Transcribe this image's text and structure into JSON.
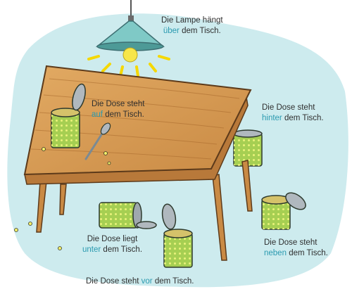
{
  "captions": [
    {
      "pre": "Die Lampe hängt",
      "prep": "über",
      "post": "dem Tisch."
    },
    {
      "pre": "Die Dose steht",
      "prep": "auf",
      "post": "dem Tisch."
    },
    {
      "pre": "Die Dose steht",
      "prep": "hinter",
      "post": "dem Tisch."
    },
    {
      "pre": "Die Dose liegt",
      "prep": "unter",
      "post": "dem Tisch."
    },
    {
      "pre": "Die Dose steht",
      "prep": "neben",
      "post": "dem Tisch."
    },
    {
      "pre": "Die Dose steht",
      "prep": "vor",
      "post": "dem Tisch."
    }
  ],
  "colors": {
    "background_blob": "#cdebee",
    "highlight": "#2a9ab0",
    "text": "#2f2f2f",
    "table_wood": "#d59a52",
    "lamp_shade": "#7fc9c6",
    "bulb": "#f7e64a",
    "can": "#a6cf52",
    "can_lid": "#b0b8be"
  }
}
